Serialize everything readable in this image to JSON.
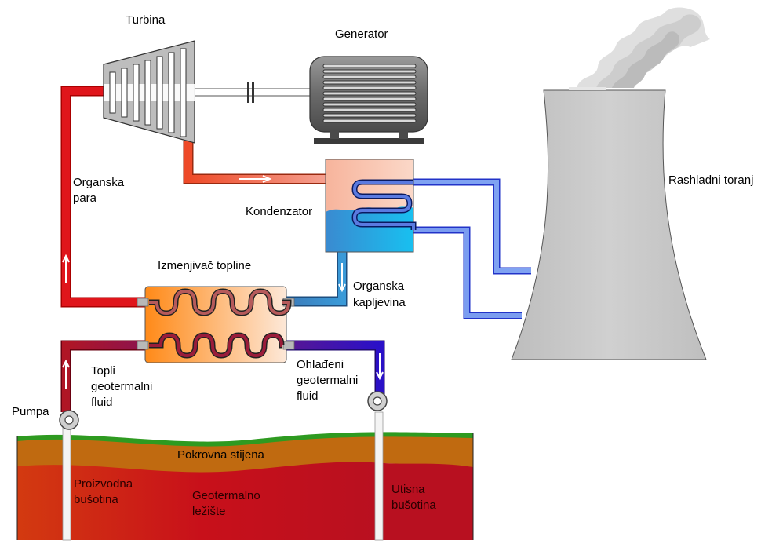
{
  "labels": {
    "turbina": "Turbina",
    "generator": "Generator",
    "rashladni_toranj": "Rashladni toranj",
    "organska_para_1": "Organska",
    "organska_para_2": "para",
    "kondenzator": "Kondenzator",
    "izmjenjivac": "Izmenjivač topline",
    "organska_kapljevina_1": "Organska",
    "organska_kapljevina_2": "kapljevina",
    "topli_1": "Topli",
    "topli_2": "geotermalni",
    "topli_3": "fluid",
    "ohladeni_1": "Ohlađeni",
    "ohladeni_2": "geotermalni",
    "ohladeni_3": "fluid",
    "pumpa": "Pumpa",
    "pokrovna_stijena": "Pokrovna stijena",
    "proizvodna_1": "Proizvodna",
    "proizvodna_2": "bušotina",
    "geotermalno_1": "Geotermalno",
    "geotermalno_2": "ležište",
    "utisna_1": "Utisna",
    "utisna_2": "bušotina"
  },
  "colors": {
    "hot_pipe": "#e0151b",
    "warm_pipe": "#f05a2a",
    "cold_pipe_light": "#7a9cf0",
    "cold_pipe_dark": "#2233c8",
    "brine_hot": "#b01020",
    "brine_cold": "#3a10b0",
    "liquid": "#2f8fd0",
    "tower": "#c8c8c8",
    "rock_cap": "#c06a10",
    "reservoir": "#c81010",
    "grass": "#2e9a20"
  }
}
